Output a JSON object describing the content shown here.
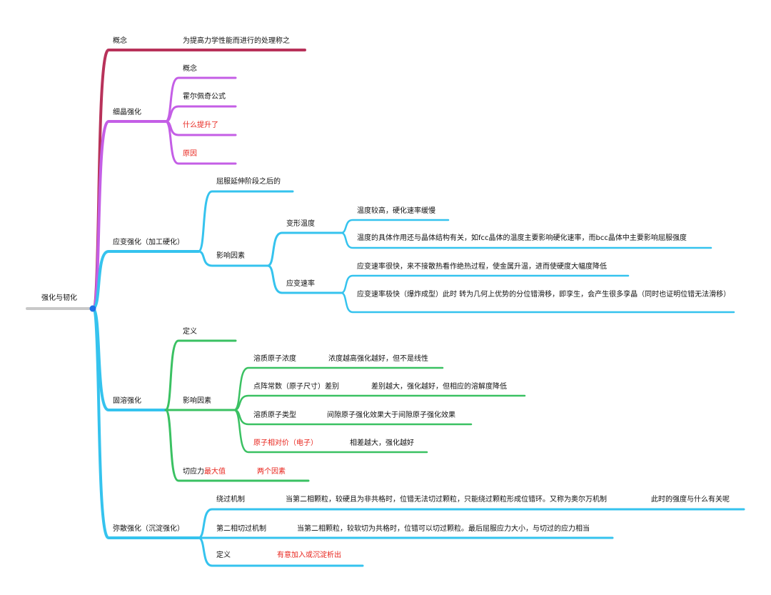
{
  "colors": {
    "root_line": "#c8c8c8",
    "root_dot": "#1f6fe8",
    "maroon": "#b8325a",
    "purple": "#c45ee6",
    "cyan": "#35c3ee",
    "green": "#3ac162",
    "highlight_text": "#e8241c"
  },
  "root": {
    "label": "强化与韧化"
  },
  "b1": {
    "label": "概念",
    "text": "为提高力学性能而进行的处理称之"
  },
  "b2": {
    "label": "细晶强化",
    "items": [
      "概念",
      "霍尔佩奇公式",
      "什么提升了",
      "原因"
    ]
  },
  "b3": {
    "label": "应变强化（加工硬化）",
    "c1": "屈服延伸阶段之后的",
    "c2": "影响因素",
    "deform_temp": {
      "label": "变形温度",
      "items": [
        "温度较高，硬化速率缓慢",
        "温度的具体作用还与晶体结构有关，如fcc晶体的温度主要影响硬化速率，而bcc晶体中主要影响屈服强度"
      ]
    },
    "strain_rate": {
      "label": "应变速率",
      "items": [
        "应变速率很快，来不接散热看作绝热过程，使金属升温，进而使硬度大幅度降低",
        "应变速率极快（爆炸成型）此时 转为几何上优势的分位错滑移，即孪生，会产生很多孪晶（同时也证明位错无法滑移）"
      ]
    }
  },
  "b4": {
    "label": "固溶强化",
    "c1": "定义",
    "c2": "影响因素",
    "factors": [
      {
        "label": "溶质原子浓度",
        "note": "浓度越高强化越好，但不是线性"
      },
      {
        "label": "点阵常数（原子尺寸）差别",
        "note": "差别越大，强化越好，但相应的溶解度降低"
      },
      {
        "label": "溶质原子类型",
        "note": "间隙原子强化效果大于间隙原子强化效果"
      },
      {
        "label": "原子相对价（电子）",
        "note": "相差越大，强化越好"
      }
    ],
    "c3_prefix": "切应力",
    "c3_highlight": "最大值",
    "c3_note": "两个因素"
  },
  "b5": {
    "label": "弥散强化（沉淀强化）",
    "c1": {
      "label": "绕过机制",
      "text": "当第二相颗粒，较硬且为非共格时，位错无法切过颗粒，只能绕过颗粒形成位错环。又称为奥尔万机制",
      "note": "此时的强度与什么有关呢"
    },
    "c2": {
      "label": "第二相切过机制",
      "text": "当第二相颗粒，较软切为共格时，位错可以切过颗粒。最后屈服应力大小，与切过的应力相当"
    },
    "c3": {
      "label": "定义",
      "text": "有意加入或沉淀析出"
    }
  }
}
